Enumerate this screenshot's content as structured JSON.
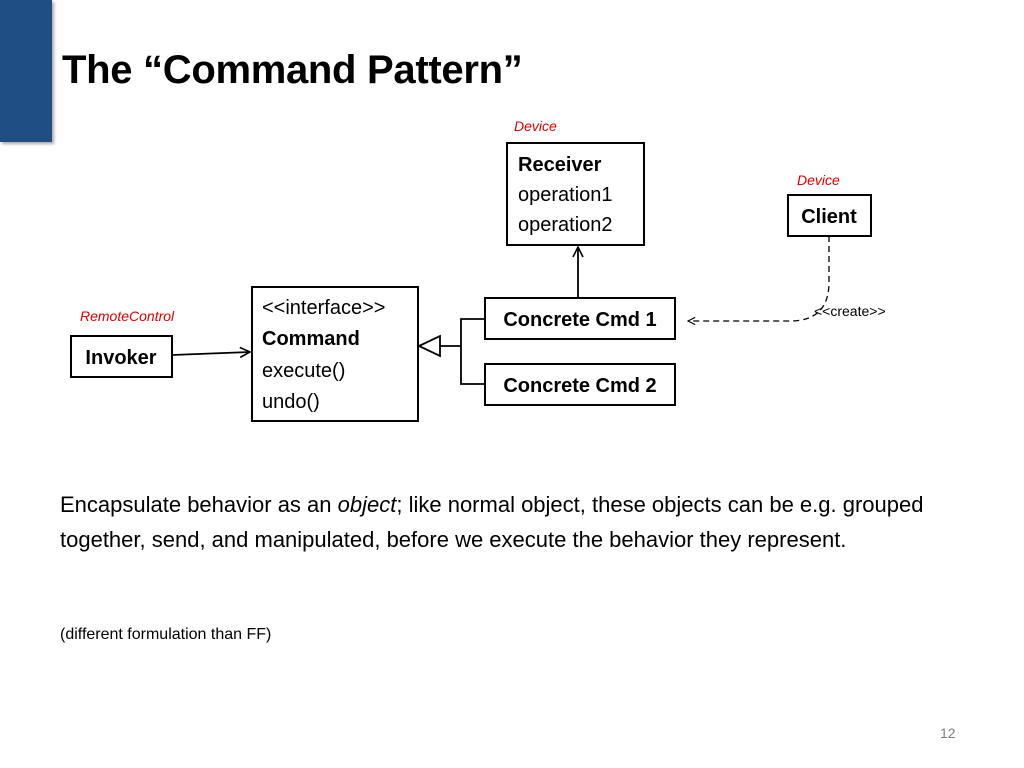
{
  "slide": {
    "title": "The “Command Pattern”",
    "page_number": "12"
  },
  "diagram": {
    "receiver": {
      "role_label": "Device",
      "name": "Receiver",
      "operations": [
        "operation1",
        "operation2"
      ]
    },
    "client": {
      "role_label": "Device",
      "name": "Client"
    },
    "invoker": {
      "role_label": "RemoteControl",
      "name": "Invoker"
    },
    "command": {
      "stereotype": "<<interface>>",
      "name": "Command",
      "methods": [
        "execute()",
        "undo()"
      ]
    },
    "concrete_cmd_1": {
      "name": "Concrete Cmd 1"
    },
    "concrete_cmd_2": {
      "name": "Concrete Cmd 2"
    },
    "create_label": "<<create>>",
    "role_label_color": "#e00000"
  },
  "body": {
    "text_before": "Encapsulate behavior as an ",
    "text_emphasis": "object",
    "text_after": "; like normal object, these objects can be e.g. grouped together, send, and manipulated, before we execute the behavior they represent.",
    "note": "(different formulation than FF)"
  }
}
